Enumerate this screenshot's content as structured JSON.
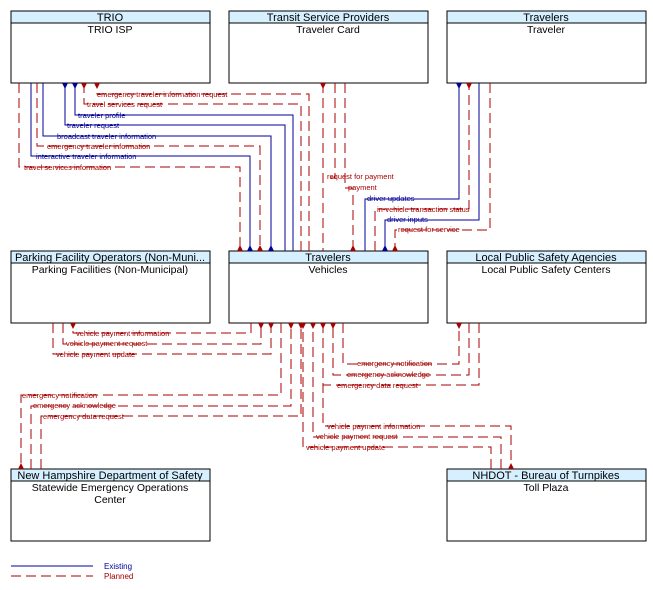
{
  "colors": {
    "existing": "#000099",
    "planned": "#a80000",
    "header": "#d6f0ff",
    "border": "#000000"
  },
  "entities": {
    "trio": {
      "header": "TRIO",
      "name": "TRIO ISP"
    },
    "transit": {
      "header": "Transit Service Providers",
      "name": "Traveler Card"
    },
    "travelers_top": {
      "header": "Travelers",
      "name": "Traveler"
    },
    "parking": {
      "header": "Parking Facility Operators (Non-Muni...",
      "name": "Parking Facilities (Non-Municipal)"
    },
    "vehicles": {
      "header": "Travelers",
      "name": "Vehicles"
    },
    "public_safety": {
      "header": "Local Public Safety Agencies",
      "name": "Local Public Safety Centers"
    },
    "nhdos": {
      "header": "New Hampshire Department of Safety",
      "name": "Statewide Emergency Operations",
      "name2": "Center"
    },
    "nhdot": {
      "header": "NHDOT - Bureau of Turnpikes",
      "name": "Toll Plaza"
    }
  },
  "flows": {
    "trio_vehicles": [
      "emergency traveler information request",
      "travel services request",
      "traveler profile",
      "traveler request",
      "broadcast traveler information",
      "emergency traveler information",
      "interactive traveler information",
      "travel services information"
    ],
    "transit_vehicles": [
      "request for payment",
      "payment"
    ],
    "traveler_vehicles": [
      "driver updates",
      "in-vehicle transaction status",
      "driver inputs",
      "request for service"
    ],
    "parking_vehicles": [
      "vehicle payment information",
      "vehicle payment request",
      "vehicle payment update"
    ],
    "safety_vehicles": [
      "emergency notification",
      "emergency acknowledge",
      "emergency data request"
    ],
    "nhdos_vehicles": [
      "emergency notification",
      "emergency acknowledge",
      "emergency data request"
    ],
    "nhdot_vehicles": [
      "vehicle payment information",
      "vehicle payment request",
      "vehicle payment update"
    ]
  },
  "legend": {
    "existing": "Existing",
    "planned": "Planned"
  }
}
